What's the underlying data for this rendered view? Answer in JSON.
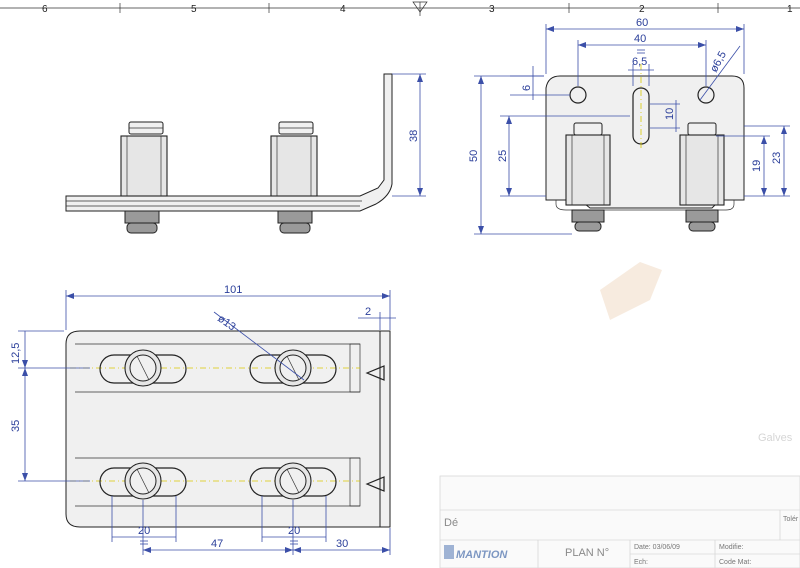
{
  "ruler": {
    "labels": [
      "6",
      "5",
      "4",
      "3",
      "2",
      "1"
    ]
  },
  "side_view": {
    "height": "38"
  },
  "end_view": {
    "width_total": "60",
    "hole_spacing": "40",
    "slot_width": "6,5",
    "hole_diameter": "ø6,5",
    "hole_offset": "6",
    "slot_length": "10",
    "total_height": "50",
    "axle_height": "25",
    "roller_top": "19",
    "roller_height": "23"
  },
  "plan_view": {
    "length": "101",
    "edge": "2",
    "roller_diameter": "ø13",
    "edge_offset": "12,5",
    "track_spacing": "35",
    "slot_a": "20",
    "slot_b": "20",
    "spacing_47": "47",
    "spacing_30": "30"
  },
  "title_block": {
    "logo": "MANTION",
    "plan_label": "PLAN N°",
    "date_label": "Date: 03/06/09",
    "echelle_label": "Ech:",
    "modif_label": "Modifie:",
    "code_mat_label": "Code Mat:",
    "tol_label": "Tolér",
    "des_label": "Dé",
    "faded_word": "Galves"
  },
  "colors": {
    "dimension": "#3b4fa8",
    "centerline": "#d9c800",
    "outline": "#222222"
  }
}
